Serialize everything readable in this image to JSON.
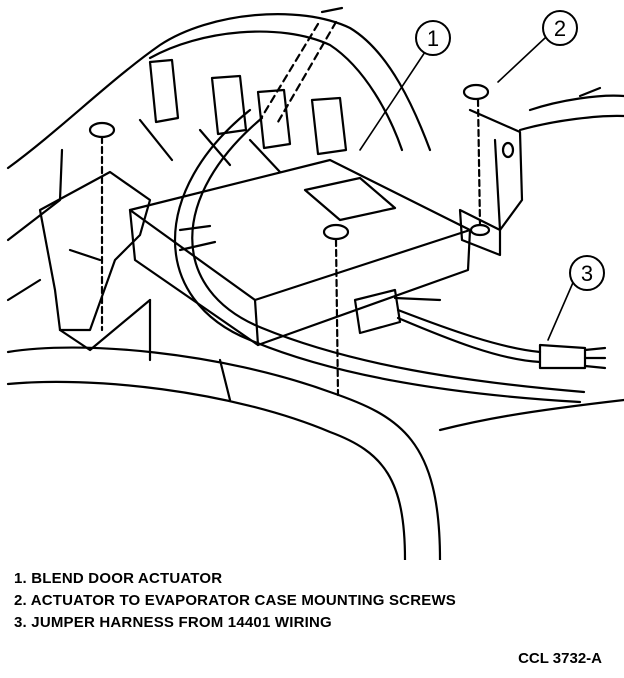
{
  "callouts": [
    {
      "number": "1",
      "target": "blend door actuator"
    },
    {
      "number": "2",
      "target": "mounting screw"
    },
    {
      "number": "3",
      "target": "jumper harness"
    }
  ],
  "legend": [
    "1. BLEND DOOR ACTUATOR",
    "2. ACTUATOR TO EVAPORATOR CASE MOUNTING SCREWS",
    "3. JUMPER HARNESS FROM 14401 WIRING"
  ],
  "figure_code": "CCL 3732-A"
}
